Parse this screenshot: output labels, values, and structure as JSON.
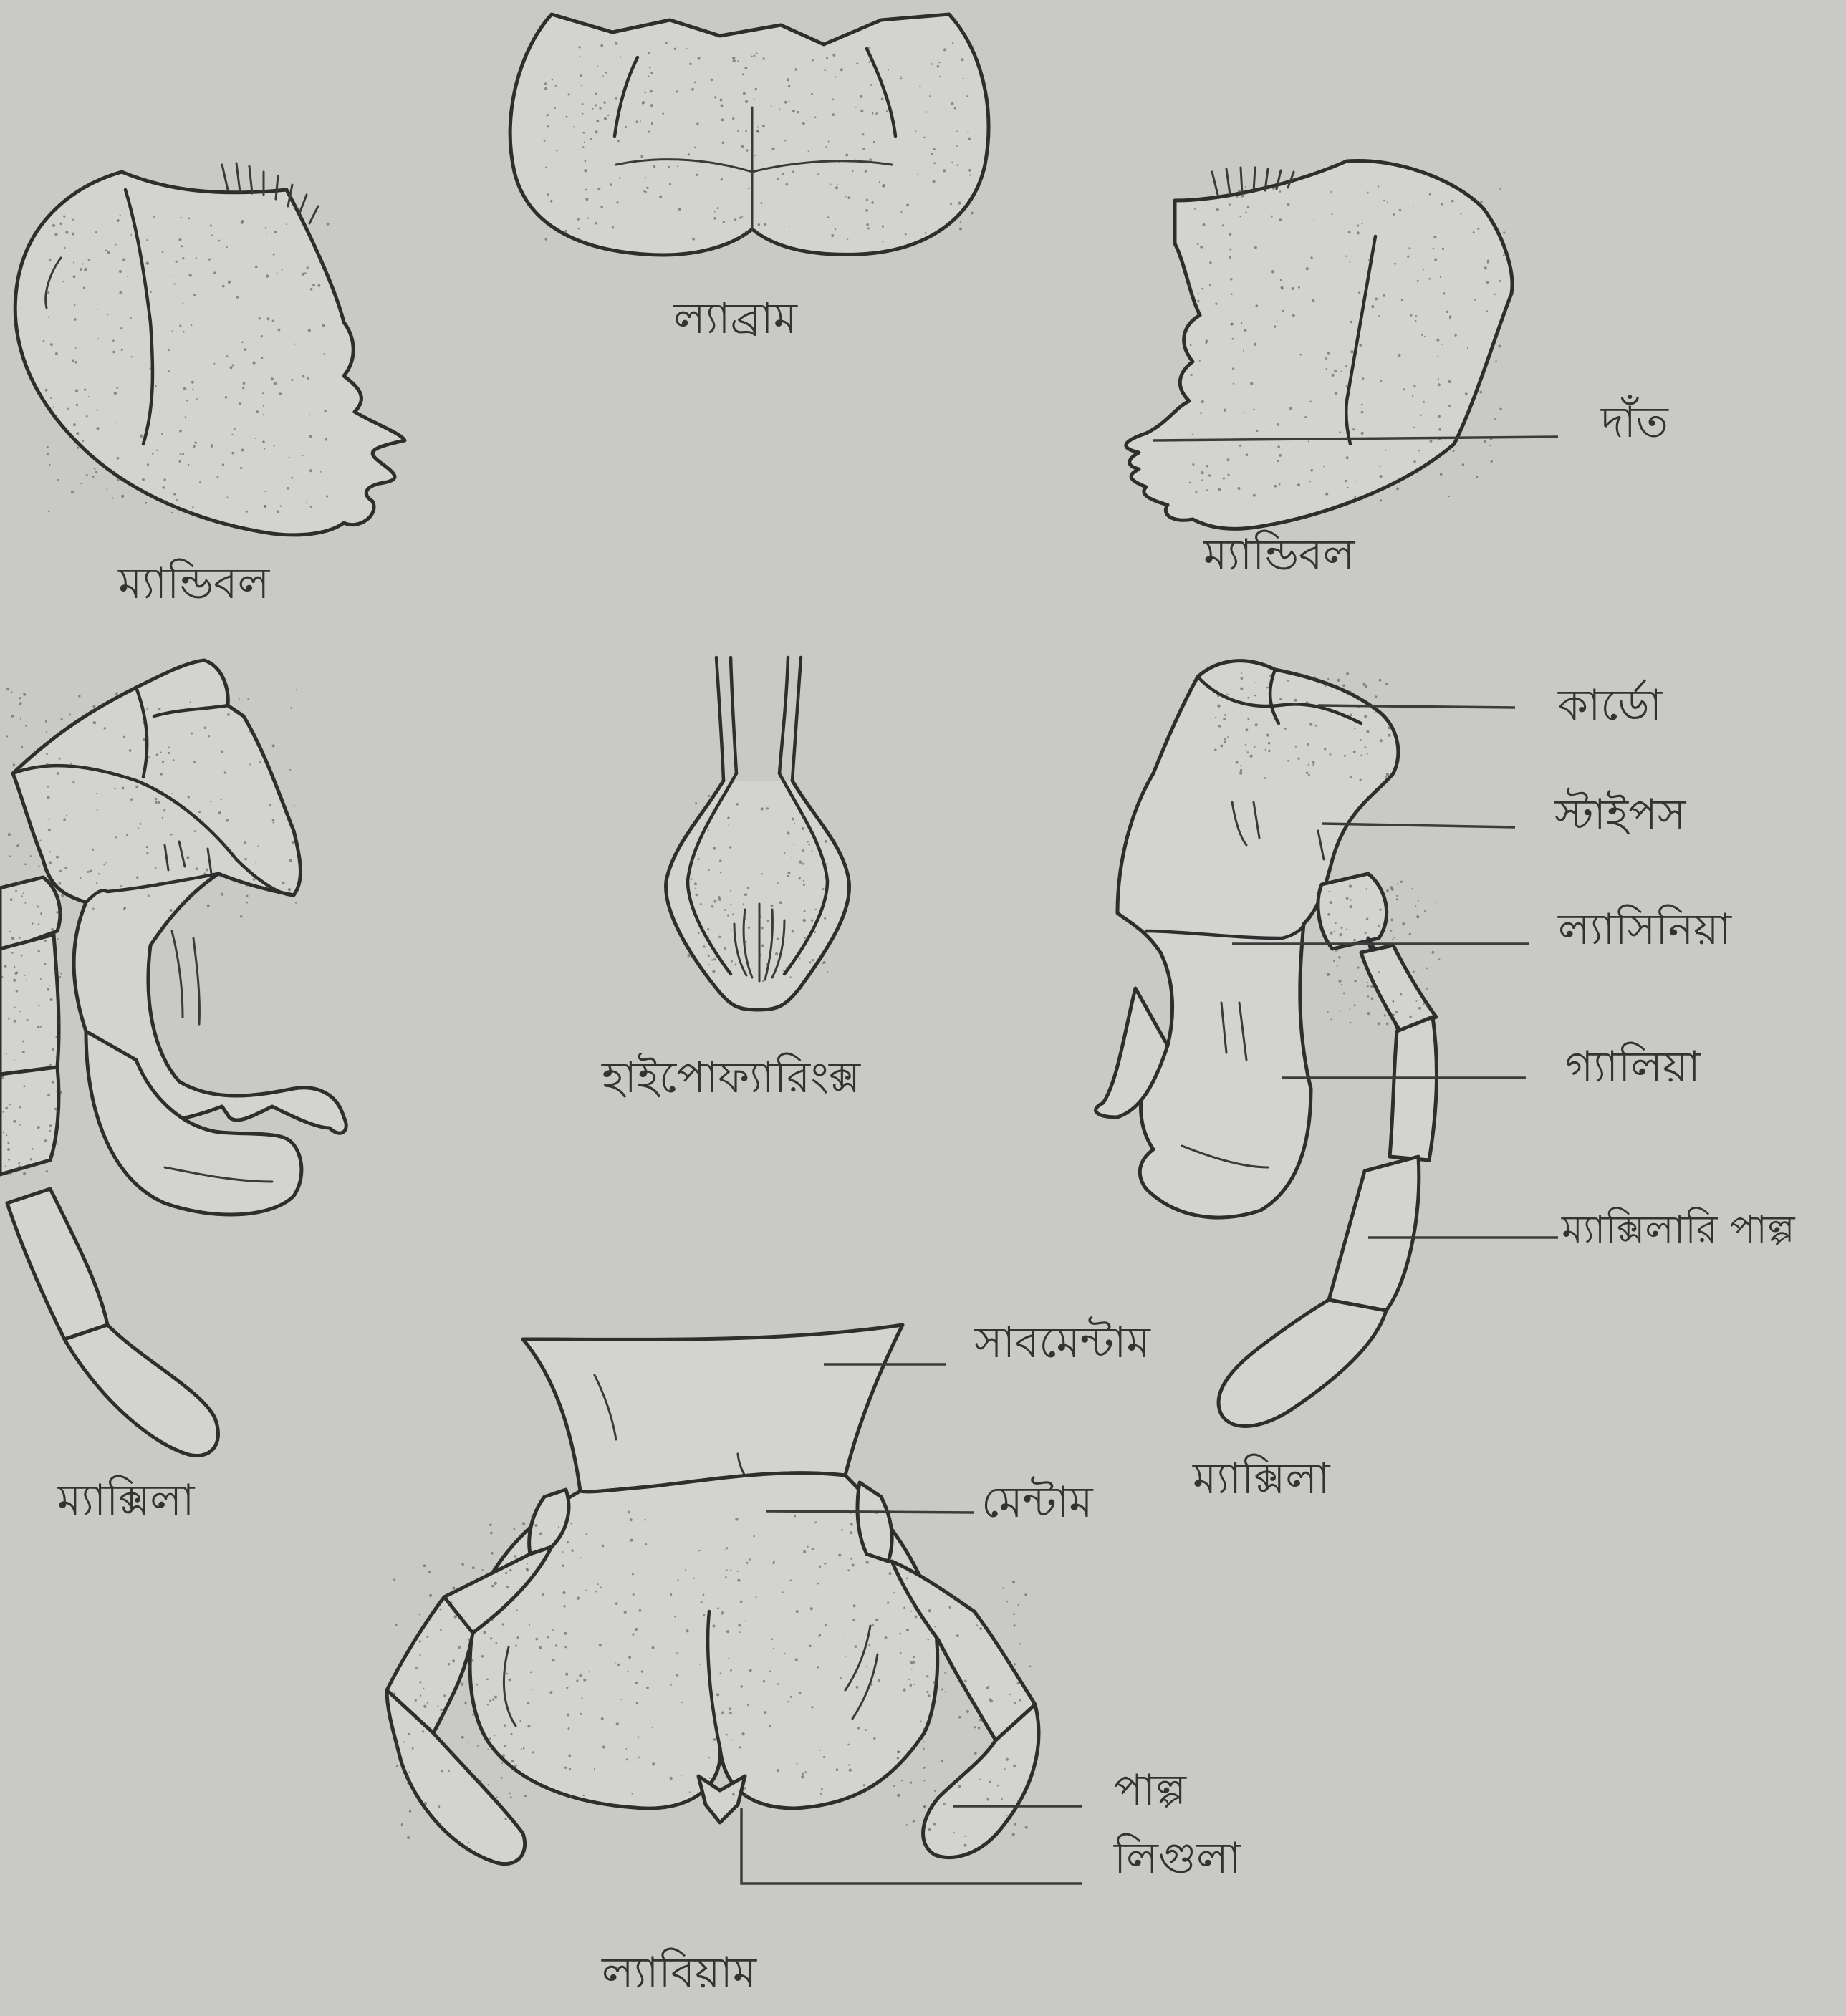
{
  "diagram": {
    "labels": {
      "labrum": "ল্যাব্রাম",
      "mandible_left": "ম্যান্ডিবল",
      "mandible_right": "ম্যান্ডিবল",
      "teeth": "দাঁত",
      "hypopharynx": "হাইপোফ্যারিংক্স",
      "maxilla_left": "ম্যাক্সিলা",
      "maxilla_right": "ম্যাক্সিলা",
      "cardo": "কার্ডো",
      "stipes": "স্টাইপস",
      "lacinia": "ল্যাসিনিয়া",
      "galea": "গ্যালিয়া",
      "maxillary_palp": "ম্যাক্সিলারি পাল্প",
      "submentum": "সাবমেন্টাম",
      "mentum": "মেন্টাম",
      "palp": "পাল্প",
      "ligula": "লিগুলা",
      "labium": "ল্যাবিয়াম"
    }
  }
}
